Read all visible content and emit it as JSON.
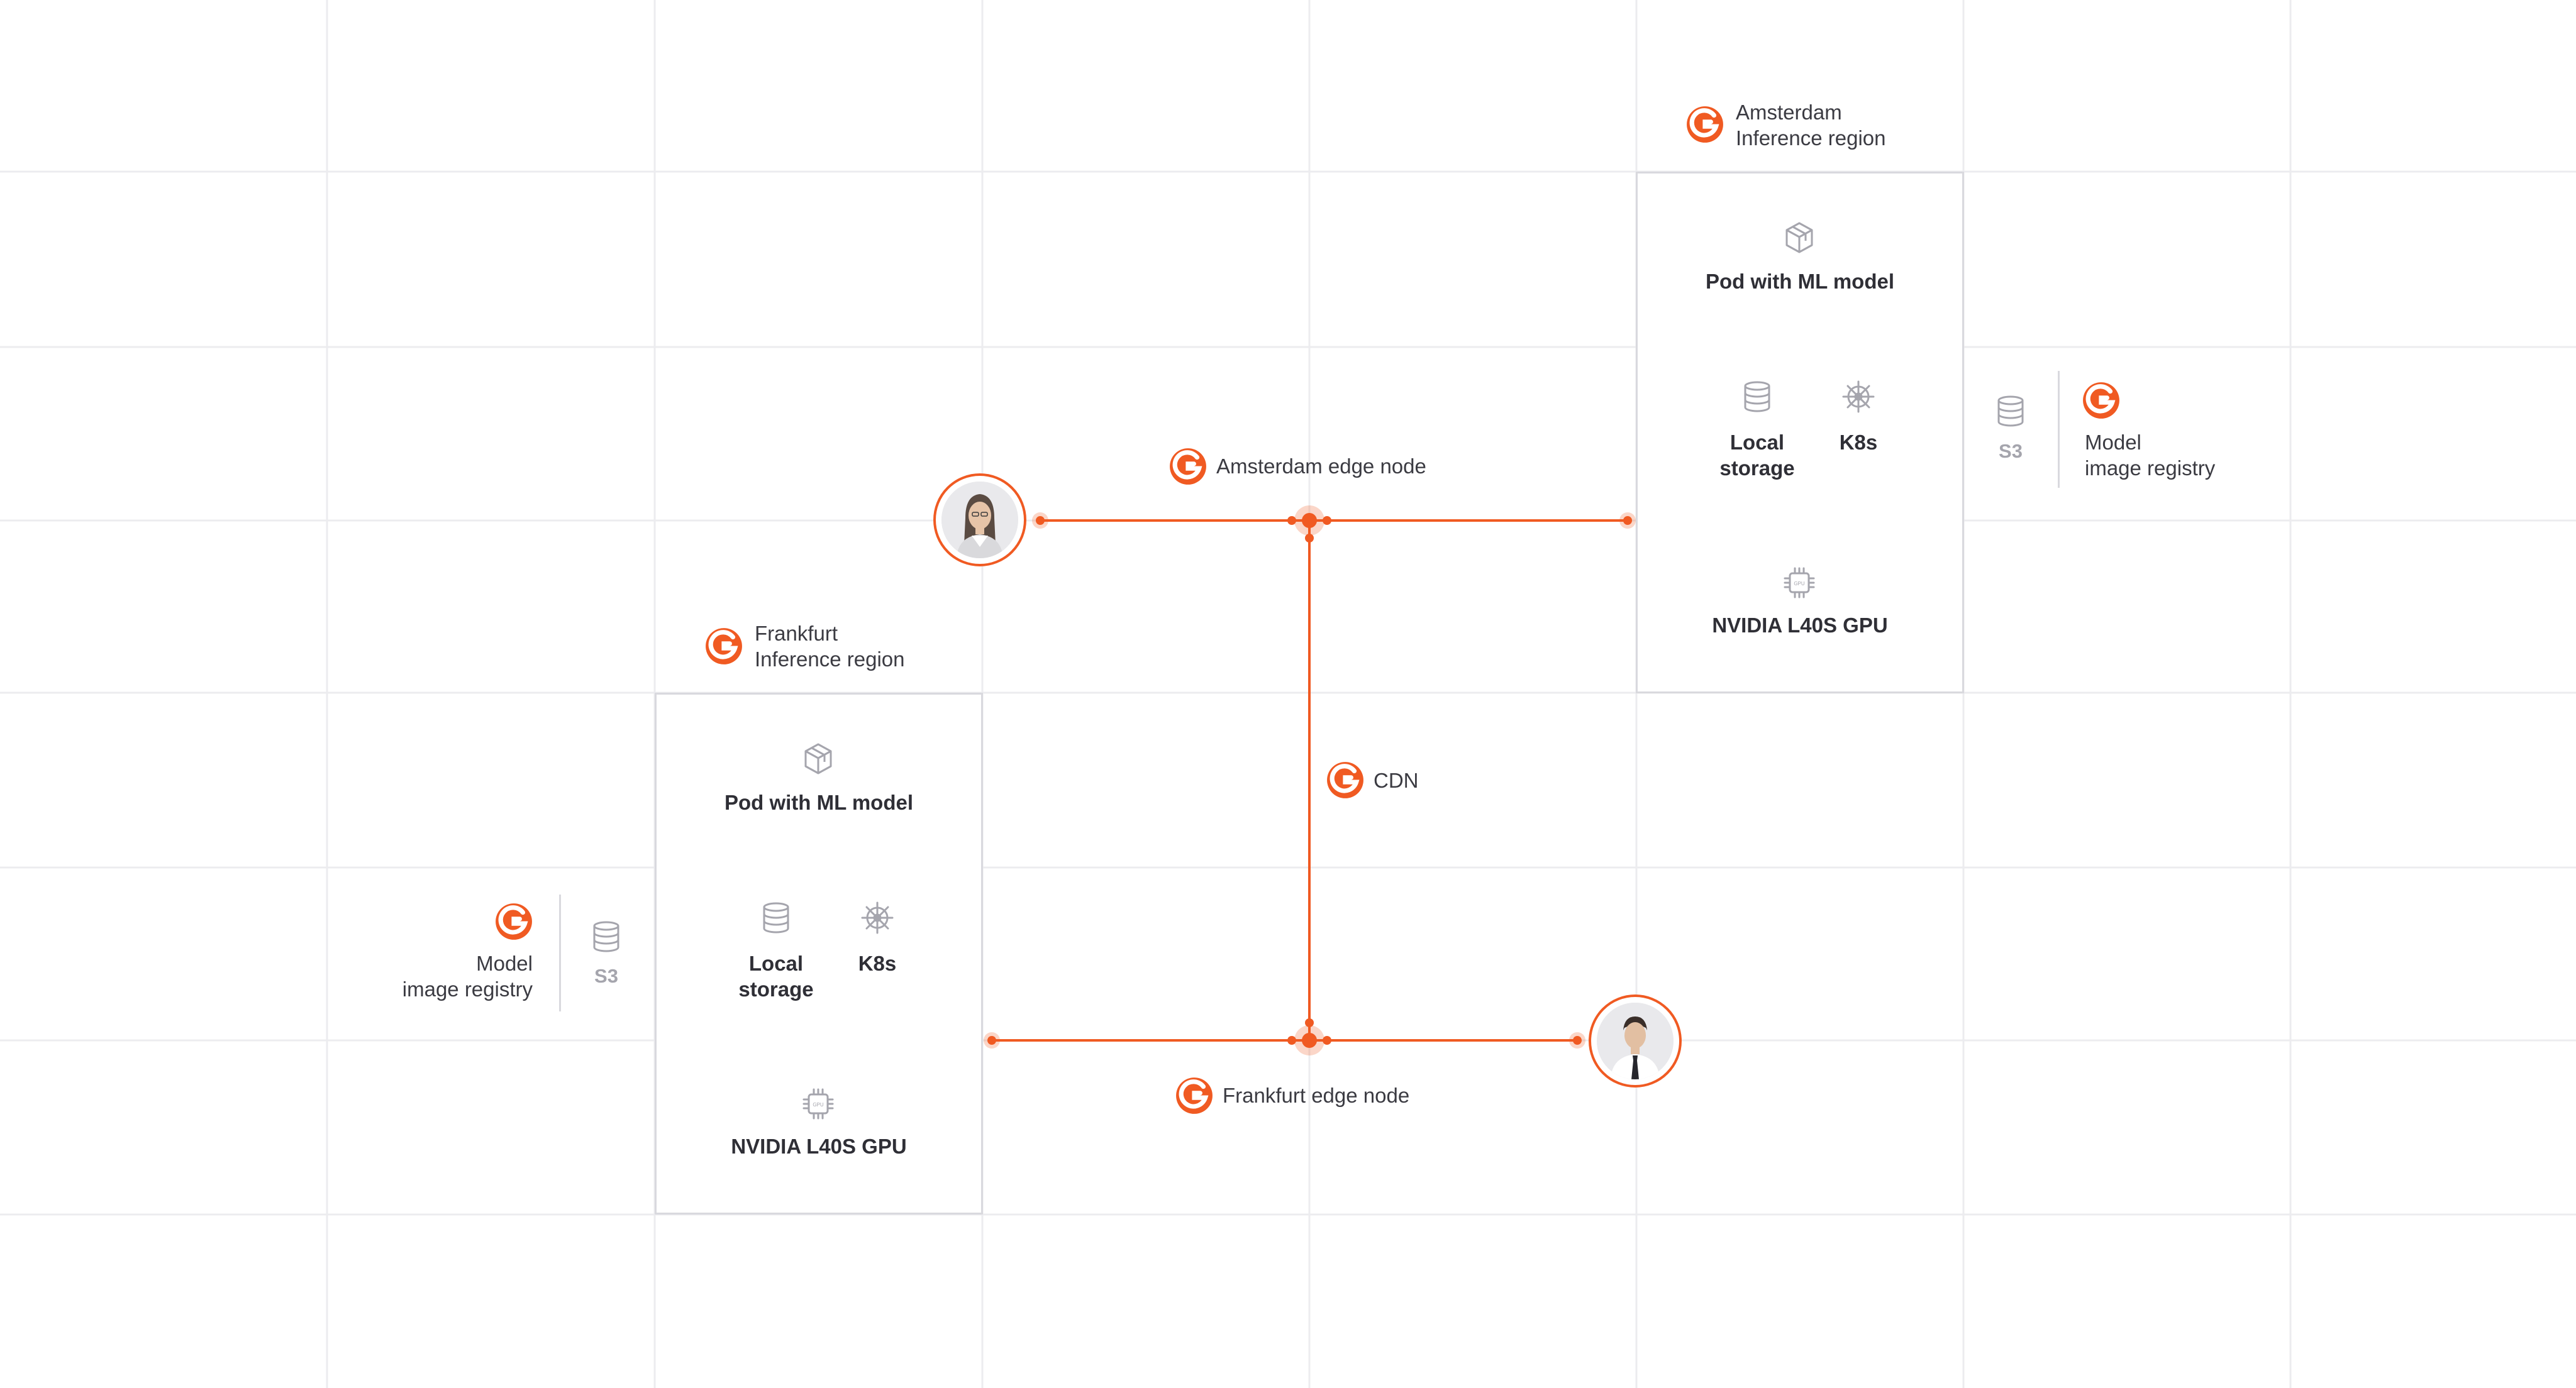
{
  "colors": {
    "accent": "#f05a22",
    "grid": "#ececef",
    "box_border": "#d9d9de",
    "text": "#3b3b42",
    "muted_icon": "#a5a5ad"
  },
  "amsterdam_region": {
    "icon": "gcore-logo-icon",
    "title_line1": "Amsterdam",
    "title_line2": "Inference region",
    "pod_icon": "cube-icon",
    "pod_label": "Pod with ML model",
    "storage_icon": "database-icon",
    "storage_line1": "Local",
    "storage_line2": "storage",
    "k8s_icon": "helm-wheel-icon",
    "k8s_label": "K8s",
    "gpu_icon": "gpu-chip-icon",
    "gpu_label": "NVIDIA L40S GPU"
  },
  "amsterdam_registry": {
    "s3_icon": "database-icon",
    "s3_label": "S3",
    "logo_icon": "gcore-logo-icon",
    "line1": "Model",
    "line2": "image registry"
  },
  "frankfurt_region": {
    "icon": "gcore-logo-icon",
    "title_line1": "Frankfurt",
    "title_line2": "Inference region",
    "pod_icon": "cube-icon",
    "pod_label": "Pod with ML model",
    "storage_icon": "database-icon",
    "storage_line1": "Local",
    "storage_line2": "storage",
    "k8s_icon": "helm-wheel-icon",
    "k8s_label": "K8s",
    "gpu_icon": "gpu-chip-icon",
    "gpu_label": "NVIDIA L40S GPU"
  },
  "frankfurt_registry": {
    "s3_icon": "database-icon",
    "s3_label": "S3",
    "logo_icon": "gcore-logo-icon",
    "line1": "Model",
    "line2": "image registry"
  },
  "edges": {
    "amsterdam_label": "Amsterdam edge node",
    "frankfurt_label": "Frankfurt edge node",
    "cdn_label": "CDN"
  },
  "users": {
    "top_user": "avatar-woman",
    "bottom_user": "avatar-man"
  }
}
